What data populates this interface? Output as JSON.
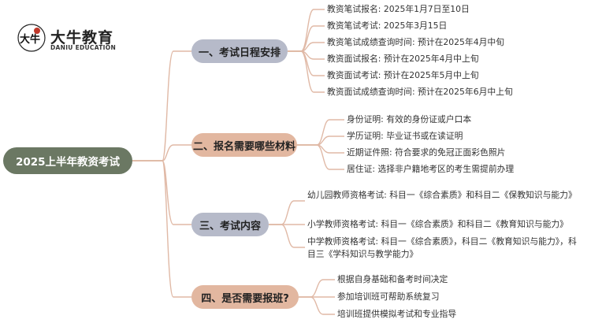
{
  "logo": {
    "mark_text": "大牛",
    "name_cn": "大牛教育",
    "name_en": "DANIU EDUCATION",
    "accent_color": "#c0392b"
  },
  "root": {
    "label": "2025上半年教资考试",
    "color": "#6b7863"
  },
  "branches": [
    {
      "label": "一、考试日程安排",
      "color": "#b6bac9",
      "items": [
        "教资笔试报名: 2025年1月7日至10日",
        "教资笔试考试: 2025年3月15日",
        "教资笔试成绩查询时间: 预计在2025年4月中旬",
        "教资面试报名: 预计在2025年4月中上旬",
        "教资面试考试: 预计在2025年5月中上旬",
        "教资面试成绩查询时间: 预计在2025年6月中上旬"
      ]
    },
    {
      "label": "二、报名需要哪些材料",
      "color": "#e2b7a0",
      "items": [
        "身份证明: 有效的身份证或户口本",
        "学历证明: 毕业证书或在读证明",
        "近期证件照: 符合要求的免冠正面彩色照片",
        "居住证: 选择非户籍地考区的考生需提前办理"
      ]
    },
    {
      "label": "三、考试内容",
      "color": "#b6bac9",
      "items": [
        "幼儿园教师资格考试: 科目一《综合素质》和科目二《保教知识与能力》",
        "小学教师资格考试: 科目一《综合素质》和科目二《教育知识与能力》",
        "中学教师资格考试: 科目一《综合素质》，科目二《教育知识与能力》，科目三《学科知识与教学能力》"
      ]
    },
    {
      "label": "四、是否需要报班?",
      "color": "#e2b7a0",
      "items": [
        "根据自身基础和备考时间决定",
        "参加培训班可帮助系统复习",
        "培训班提供模拟考试和专业指导"
      ]
    }
  ]
}
